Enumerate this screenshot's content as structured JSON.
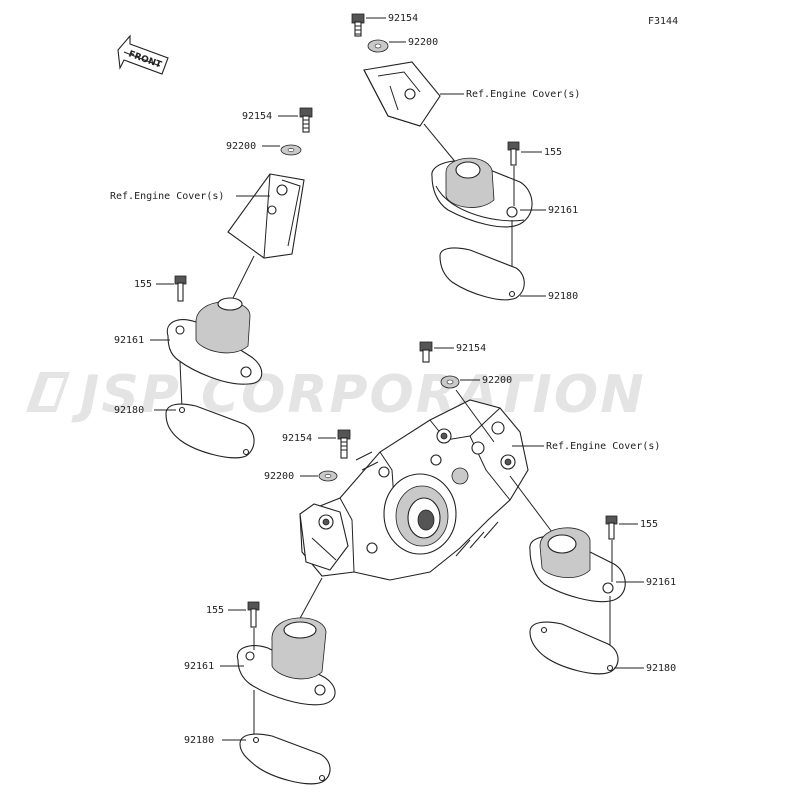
{
  "figure_code": "F3144",
  "front_label": "FRONT",
  "watermark": "JSP CORPORATION",
  "colors": {
    "line": "#222222",
    "watermark": "#e4e4e4",
    "background": "#ffffff"
  },
  "labels": {
    "top_92154": "92154",
    "top_92200": "92200",
    "top_ref": "Ref.Engine Cover(s)",
    "top_155": "155",
    "top_92161": "92161",
    "top_92180": "92180",
    "left_92154": "92154",
    "left_92200": "92200",
    "left_ref": "Ref.Engine Cover(s)",
    "left_155": "155",
    "left_92161": "92161",
    "left_92180": "92180",
    "mid_92154": "92154",
    "mid_92200": "92200",
    "mid_ref": "Ref.Engine Cover(s)",
    "center_92154": "92154",
    "center_92200": "92200",
    "right_155": "155",
    "right_92161": "92161",
    "right_92180": "92180",
    "bottom_155": "155",
    "bottom_92161": "92161",
    "bottom_92180": "92180"
  }
}
